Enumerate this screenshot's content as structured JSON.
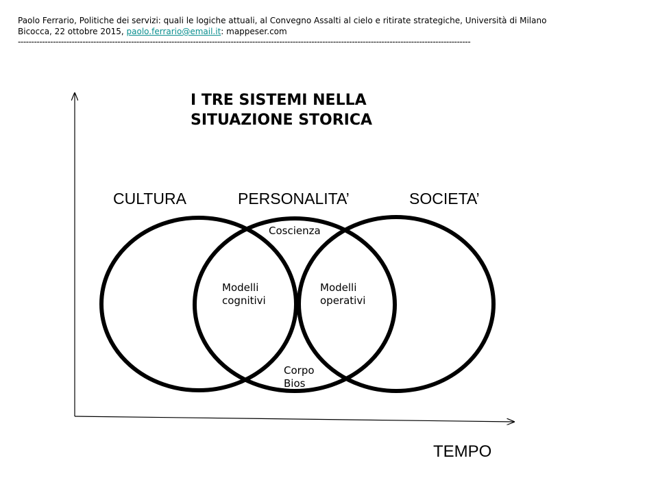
{
  "header": {
    "line1": "Paolo Ferrario, Politiche dei servizi: quali le logiche attuali, al Convegno Assalti al cielo e ritirate strategiche, Università di Milano",
    "line2_prefix": "Bicocca, 22 ottobre 2015, ",
    "email": "paolo.ferrario@email.it",
    "line2_suffix": ": mappeser.com",
    "rule": "------------------------------------------------------------------------------------------------------------------------------------------------------------------------"
  },
  "title": {
    "line1": "I TRE SISTEMI NELLA",
    "line2": "SITUAZIONE STORICA"
  },
  "systems": {
    "left": "CULTURA",
    "middle": "PERSONALITA’",
    "right": "SOCIETA’"
  },
  "regions": {
    "top": "Coscienza",
    "left_overlap": [
      "Modelli",
      "cognitivi"
    ],
    "right_overlap": [
      "Modelli",
      "operativi"
    ],
    "bottom": [
      "Corpo",
      "Bios"
    ]
  },
  "x_axis_label": "TEMPO",
  "colors": {
    "link": "#0a8f8f",
    "stroke": "#000000"
  }
}
